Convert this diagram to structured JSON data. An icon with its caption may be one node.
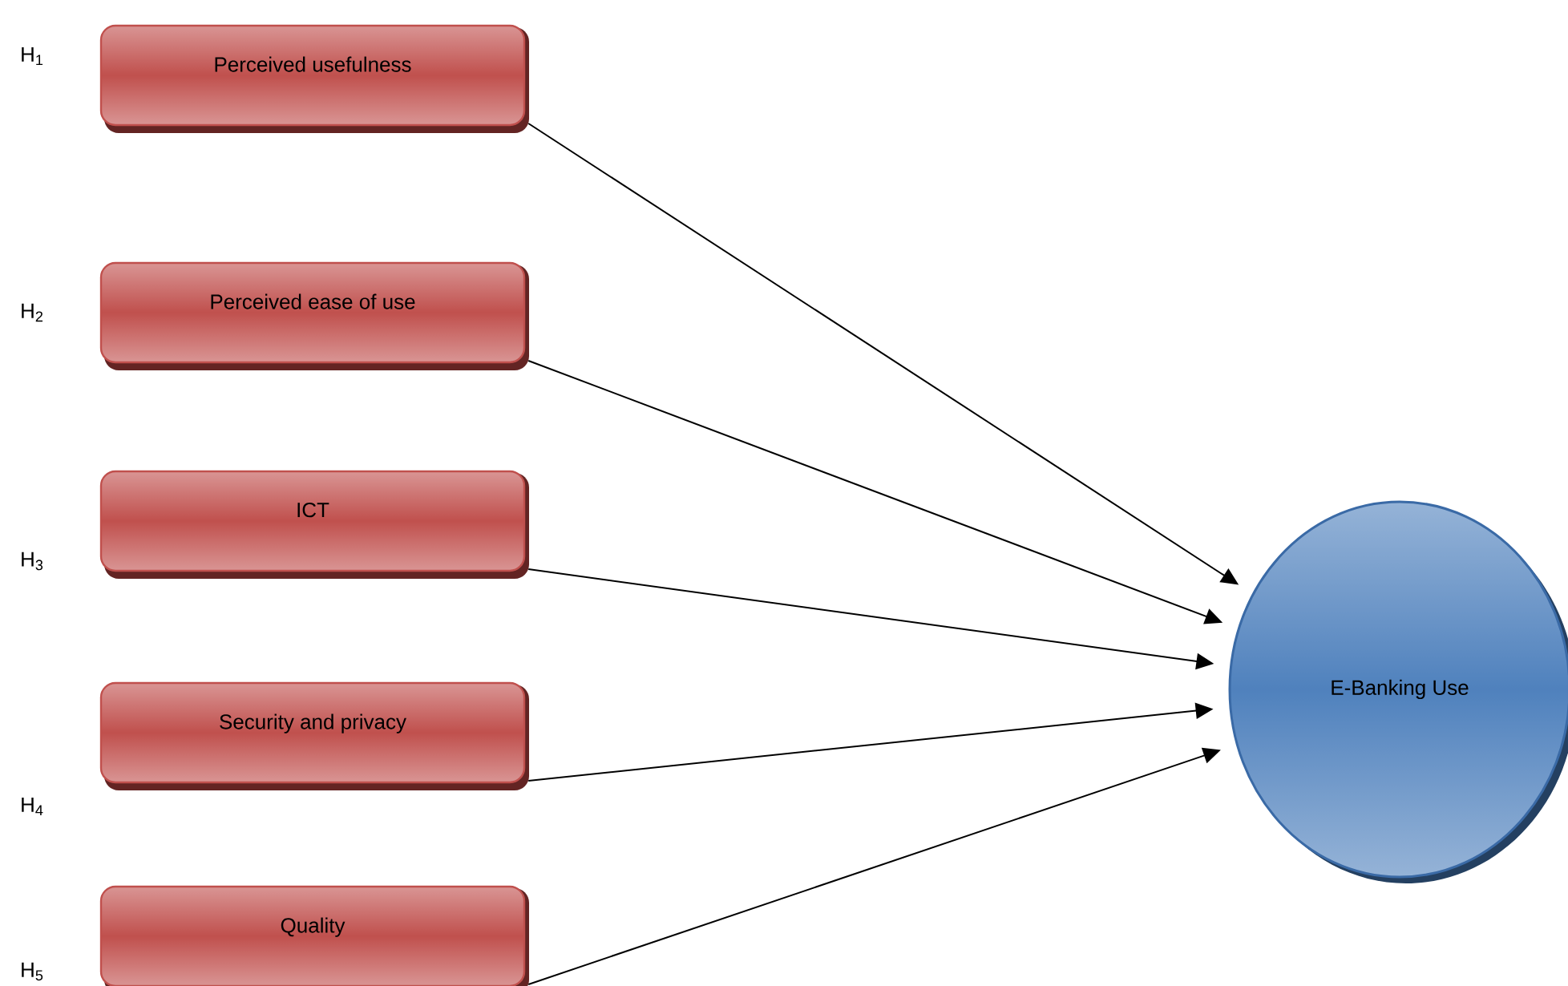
{
  "diagram": {
    "nodes": [
      {
        "text": [
          "Perceived usefulness"
        ]
      },
      {
        "text": [
          "Perceived ease of use"
        ]
      },
      {
        "text": [
          "ICT"
        ]
      },
      {
        "text": [
          "Security and privacy"
        ]
      },
      {
        "text": [
          "Quality"
        ]
      },
      {
        "text": [
          "E-Banking Use"
        ]
      }
    ],
    "edges": [
      {
        "from": 0,
        "to": 5,
        "arrow": "to"
      },
      {
        "from": 1,
        "to": 5,
        "arrow": "to"
      },
      {
        "from": 2,
        "to": 5,
        "arrow": "to"
      },
      {
        "from": 3,
        "to": 5,
        "arrow": "to"
      },
      {
        "from": 4,
        "to": 5,
        "arrow": "to"
      }
    ],
    "labels": [
      "H$_{1}$",
      "H$_{2}$",
      "H$_{3}$",
      "H$_{4}$",
      "H$_{5}$"
    ]
  }
}
